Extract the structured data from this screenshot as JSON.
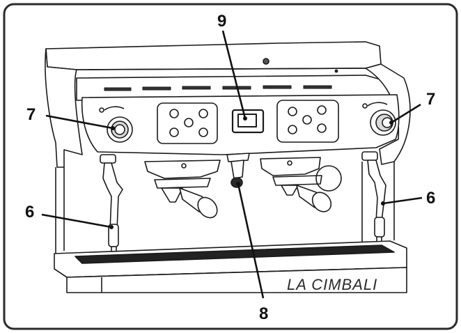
{
  "diagram": {
    "brand_label": "LA CIMBALI",
    "callouts": [
      {
        "id": "steam-wand-left",
        "label": "6"
      },
      {
        "id": "steam-wand-right",
        "label": "6"
      },
      {
        "id": "steam-knob-left",
        "label": "7"
      },
      {
        "id": "steam-knob-right",
        "label": "7"
      },
      {
        "id": "hot-water-nozzle",
        "label": "8"
      },
      {
        "id": "display-panel",
        "label": "9"
      }
    ]
  },
  "colors": {
    "stroke": "#1a1a1a",
    "frame": "#2b2b2b",
    "machine_fill": "#ffffff",
    "shade": "#d9d9d9",
    "drip_grid": "#222222"
  }
}
